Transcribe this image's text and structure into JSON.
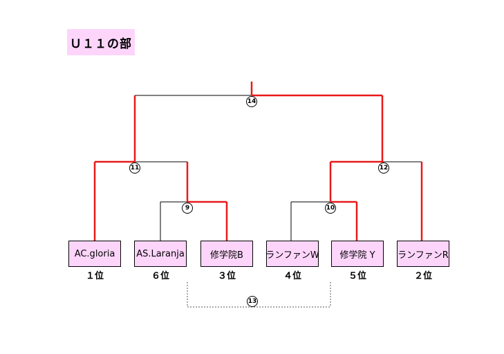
{
  "title": "Ｕ１１の部",
  "colors": {
    "winner_line": "#e81919",
    "box_fill": "#fdd5fb",
    "line": "#000000"
  },
  "matches": {
    "m9": "9",
    "m10": "10",
    "m11": "11",
    "m12": "12",
    "m13": "13",
    "m14": "14"
  },
  "teams": [
    {
      "name": "AC.gloria",
      "rank": "１位"
    },
    {
      "name": "AS.Laranja",
      "rank": "６位"
    },
    {
      "name": "修学院B",
      "rank": "３位"
    },
    {
      "name": "ランファンW",
      "rank": "４位"
    },
    {
      "name": "修学院 Y",
      "rank": "５位"
    },
    {
      "name": "ランファンR",
      "rank": "２位"
    }
  ]
}
